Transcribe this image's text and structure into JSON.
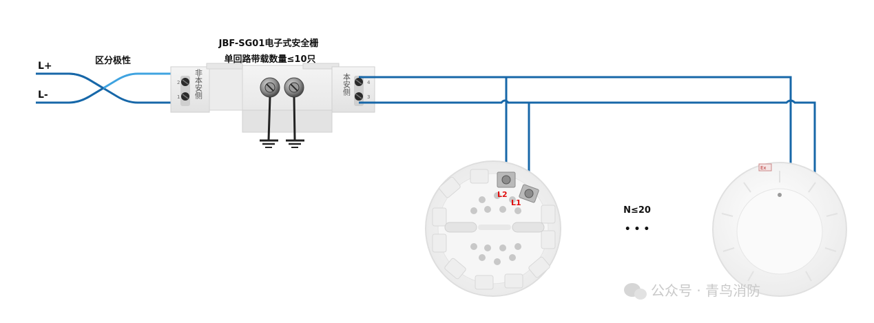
{
  "labels": {
    "l_plus": "L+",
    "l_minus": "L-",
    "polarity": "区分极性",
    "barrier_title": "JBF-SG01电子式安全栅",
    "barrier_subtitle": "单回路带载数量≤10只",
    "non_intrinsic_side": "非本安侧",
    "intrinsic_side": "本安侧",
    "term_2": "2",
    "term_1": "1",
    "term_4": "4",
    "term_3": "3",
    "base_l2": "L2",
    "base_l1": "L1",
    "count": "N≤20",
    "ellipsis": "• • •",
    "detector_mark": "Ex",
    "watermark": "公众号 · 青鸟消防"
  },
  "colors": {
    "wire_dark": "#1767a8",
    "wire_light": "#3fa3e0",
    "terminal_red": "#e01010"
  }
}
